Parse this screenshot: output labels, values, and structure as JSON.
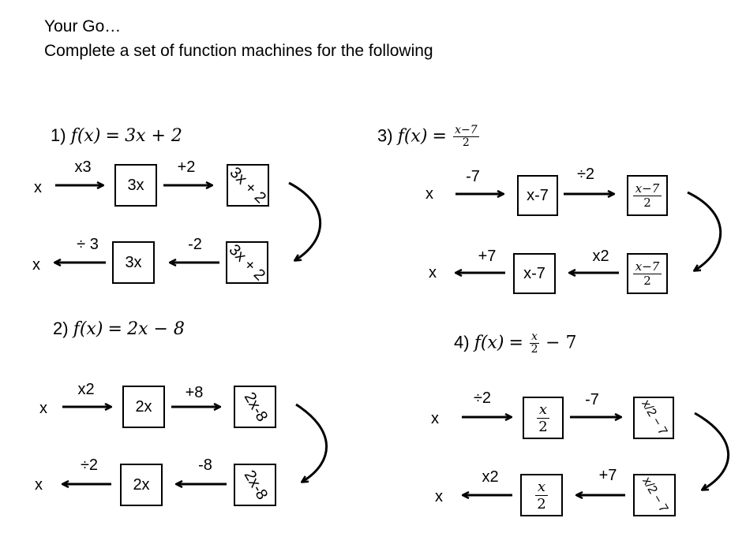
{
  "header": {
    "line1": "Your Go…",
    "line2": "Complete a set of function machines for the following"
  },
  "problems": [
    {
      "number": "1)",
      "lhs": "f(x)",
      "eq": "=",
      "rhs": "3x + 2",
      "forward": {
        "input": "x",
        "op1": "x3",
        "box1": "3x",
        "op2": "+2",
        "box2": "3x + 2"
      },
      "inverse": {
        "result": "x",
        "op1": "÷ 3",
        "box1": "3x",
        "op2": "-2",
        "box2": "3x + 2"
      }
    },
    {
      "number": "2)",
      "lhs": "f(x)",
      "eq": "=",
      "rhs": "2x − 8",
      "forward": {
        "input": "x",
        "op1": "x2",
        "box1": "2x",
        "op2": "+8",
        "box2": "2x-8"
      },
      "inverse": {
        "result": "x",
        "op1": "÷2",
        "box1": "2x",
        "op2": "-8",
        "box2": "2x-8"
      }
    },
    {
      "number": "3)",
      "lhs": "f(x)",
      "eq": "=",
      "rhs_num": "x−7",
      "rhs_den": "2",
      "forward": {
        "input": "x",
        "op1": "-7",
        "box1": "x-7",
        "op2": "÷2",
        "box2_num": "x−7",
        "box2_den": "2"
      },
      "inverse": {
        "result": "x",
        "op1": "+7",
        "box1": "x-7",
        "op2": "x2",
        "box2_num": "x−7",
        "box2_den": "2"
      }
    },
    {
      "number": "4)",
      "lhs": "f(x)",
      "eq": "=",
      "rhs_num": "x",
      "rhs_den": "2",
      "rhs_tail": "− 7",
      "forward": {
        "input": "x",
        "op1": "÷2",
        "box1_num": "x",
        "box1_den": "2",
        "op2": "-7",
        "box2": "x/2 − 7"
      },
      "inverse": {
        "result": "x",
        "op1": "x2",
        "box1_num": "x",
        "box1_den": "2",
        "op2": "+7",
        "box2": "x/2 − 7"
      }
    }
  ]
}
